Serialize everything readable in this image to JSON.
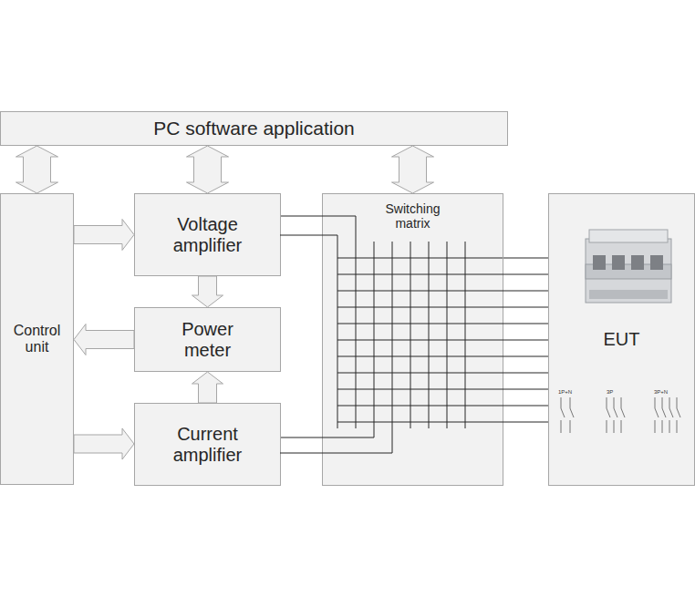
{
  "diagram": {
    "nodes": [
      {
        "text": [
          "PC software application"
        ]
      },
      {
        "text": [
          "Control unit"
        ]
      },
      {
        "text": [
          "Voltage amplifier"
        ]
      },
      {
        "text": [
          "Power meter"
        ]
      },
      {
        "text": [
          "Current amplifier"
        ]
      },
      {
        "text": [
          "Switching matrix"
        ]
      },
      {
        "text": [
          "EUT"
        ]
      }
    ],
    "edges": [
      {
        "from": 0,
        "to": 1,
        "arrow": "both"
      },
      {
        "from": 0,
        "to": 2,
        "arrow": "both"
      },
      {
        "from": 0,
        "to": 5,
        "arrow": "both"
      },
      {
        "from": 1,
        "to": 2,
        "arrow": "to"
      },
      {
        "from": 3,
        "to": 1,
        "arrow": "to"
      },
      {
        "from": 1,
        "to": 4,
        "arrow": "to"
      },
      {
        "from": 2,
        "to": 3,
        "arrow": "to"
      },
      {
        "from": 4,
        "to": 3,
        "arrow": "to"
      },
      {
        "from": 2,
        "to": 5,
        "arrow": "none"
      },
      {
        "from": 4,
        "to": 5,
        "arrow": "none"
      },
      {
        "from": 5,
        "to": 6,
        "arrow": "none"
      }
    ],
    "labels": [
      "1P+N",
      "3P",
      "3P+N"
    ]
  }
}
